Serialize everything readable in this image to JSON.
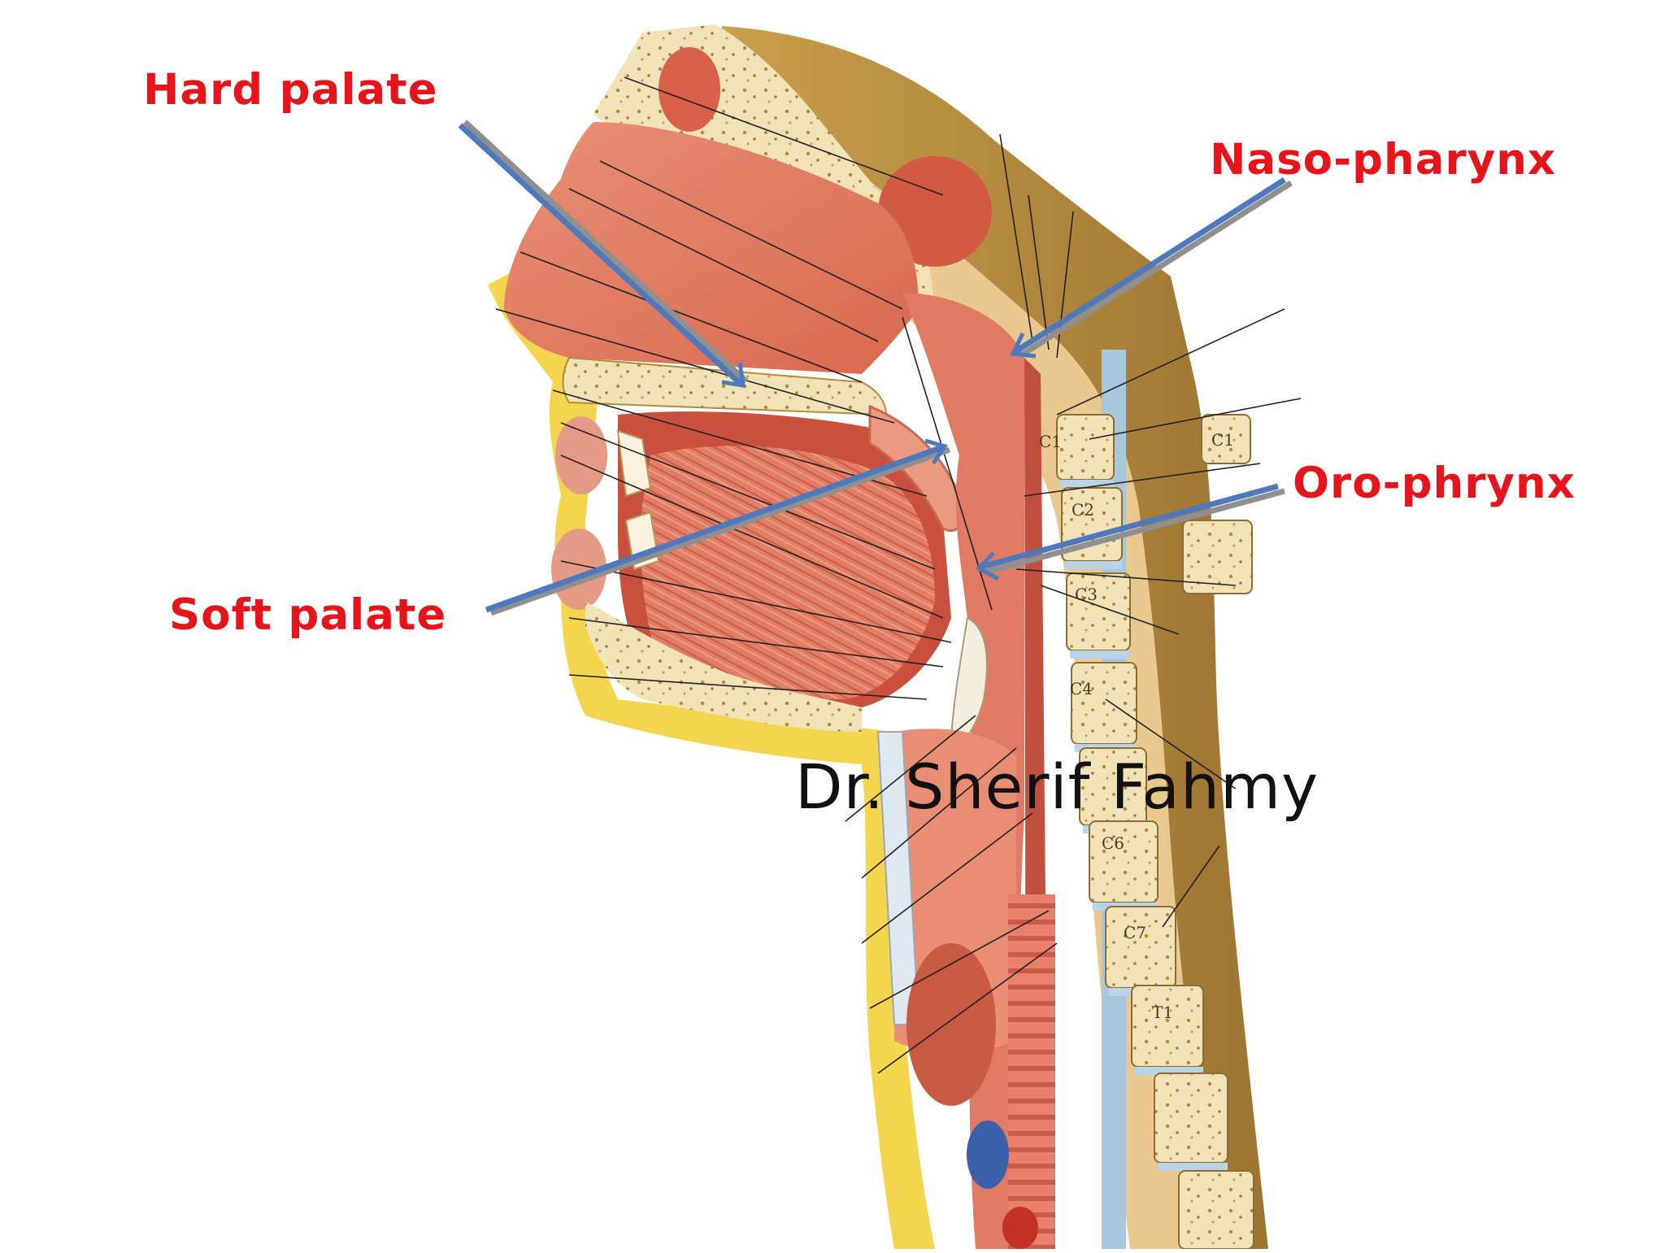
{
  "labels": {
    "hard_palate": "Hard palate",
    "naso_pharynx": "Naso-pharynx",
    "oro_pharynx": "Oro-phrynx",
    "soft_palate": "Soft palate"
  },
  "watermark": "Dr. Sherif Fahmy",
  "vertebrae": {
    "c1": "C1",
    "c1_posterior": "C1",
    "c2": "C2",
    "c3": "C3",
    "c4": "C4",
    "c6": "C6",
    "c7": "C7",
    "t1": "T1"
  },
  "colors": {
    "label_red": "#e8141b",
    "arrow_blue": "#4f79bd",
    "arrow_shadow": "#8f8f8f",
    "tissue": "#e2826a",
    "bone": "#f3e6c4",
    "fat": "#f3d64e",
    "skin": "#c79a45"
  }
}
